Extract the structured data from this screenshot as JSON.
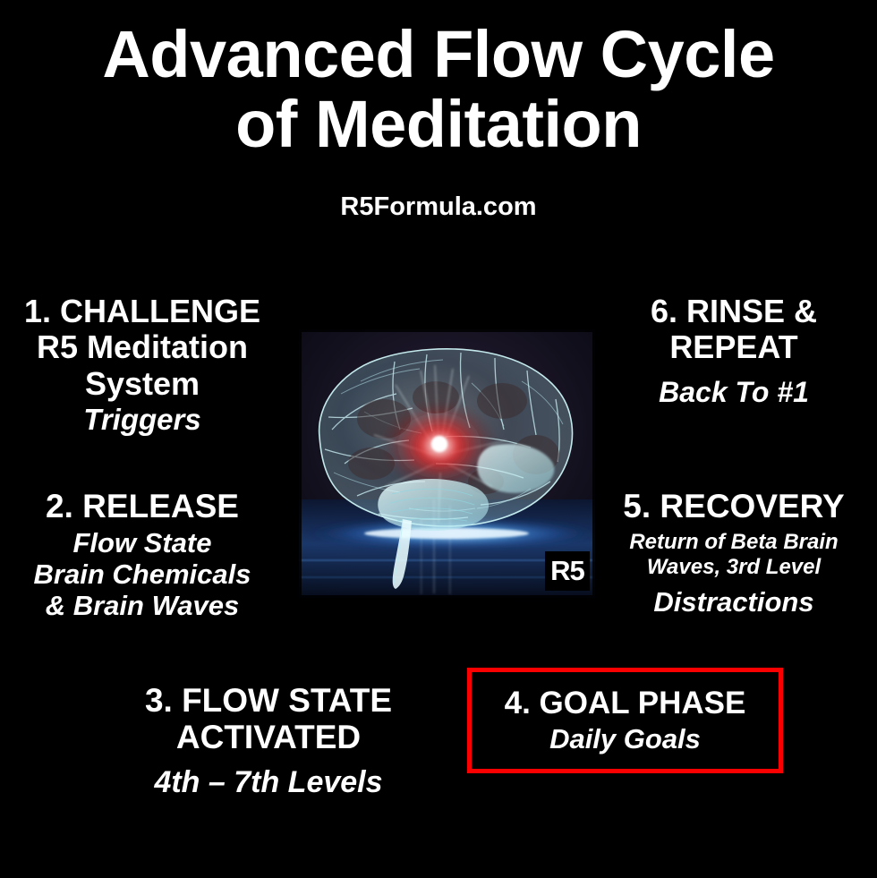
{
  "poster": {
    "background_color": "#000000",
    "text_color": "#ffffff",
    "accent_color": "#fb0000"
  },
  "header": {
    "title": "Advanced Flow Cycle\nof Meditation",
    "subtitle": "R5Formula.com"
  },
  "steps": [
    {
      "id": "step1",
      "heading": "1.  CHALLENGE\nR5 Meditation\nSystem",
      "sub": "Triggers",
      "highlighted": false
    },
    {
      "id": "step2",
      "heading": "2. RELEASE",
      "sub": "Flow State\nBrain Chemicals\n& Brain Waves",
      "highlighted": false
    },
    {
      "id": "step3",
      "heading": "3. FLOW STATE\nACTIVATED",
      "sub": "4th – 7th Levels",
      "highlighted": false
    },
    {
      "id": "step4",
      "heading": "4. GOAL PHASE",
      "sub": "Daily Goals",
      "highlighted": true
    },
    {
      "id": "step5",
      "heading": "5. RECOVERY",
      "sub": "Return of Beta Brain\nWaves, 3rd Level",
      "sub2": "Distractions",
      "highlighted": false
    },
    {
      "id": "step6",
      "heading": "6. RINSE &\nREPEAT",
      "sub": "Back To #1",
      "highlighted": false
    }
  ],
  "brain_figure": {
    "alt": "brain-xray-illustration",
    "badge_label": "R5",
    "glow_color": "#ff1818",
    "brain_color": "#cdf5f7",
    "backdrop_color": "#0a0f1e",
    "streak_color": "#3aa8ff"
  }
}
